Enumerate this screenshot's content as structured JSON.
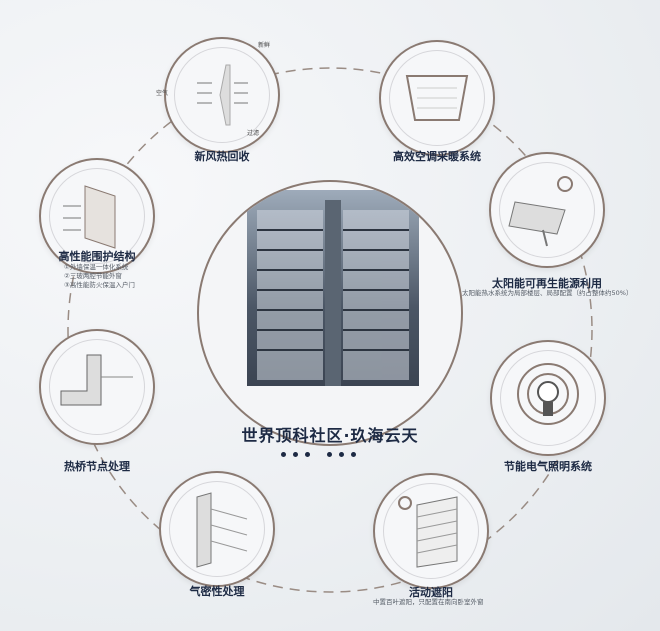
{
  "center": {
    "title": "世界顶科社区·玖海云天"
  },
  "nodes": [
    {
      "id": "fresh-air",
      "icon": "air-filter-icon",
      "label": "新风热回收",
      "annotations": [
        "新鲜",
        "空气",
        "过滤"
      ]
    },
    {
      "id": "hvac",
      "icon": "hvac-panel-icon",
      "label": "高效空调采暖系统"
    },
    {
      "id": "envelope",
      "icon": "wall-layers-icon",
      "label": "高性能围护结构",
      "items": [
        "①外墙保温一体化系统",
        "②三玻两腔节能外窗",
        "③高性能防火保温入户门"
      ]
    },
    {
      "id": "solar",
      "icon": "solar-panel-icon",
      "label": "太阳能可再生能源利用",
      "desc": "太阳能热水系统为局部楼层、局部配置（约占整体约50%）"
    },
    {
      "id": "thermal-bridge",
      "icon": "wall-joint-icon",
      "label": "热桥节点处理"
    },
    {
      "id": "lighting",
      "icon": "light-bulb-icon",
      "label": "节能电气照明系统"
    },
    {
      "id": "airtight",
      "icon": "window-frame-icon",
      "label": "气密性处理"
    },
    {
      "id": "shading",
      "icon": "blinds-icon",
      "label": "活动遮阳",
      "desc": "中置百叶遮阳，只配置在南向卧室外窗"
    }
  ],
  "colors": {
    "ring": "#8a7a72",
    "text": "#1d2a44"
  }
}
